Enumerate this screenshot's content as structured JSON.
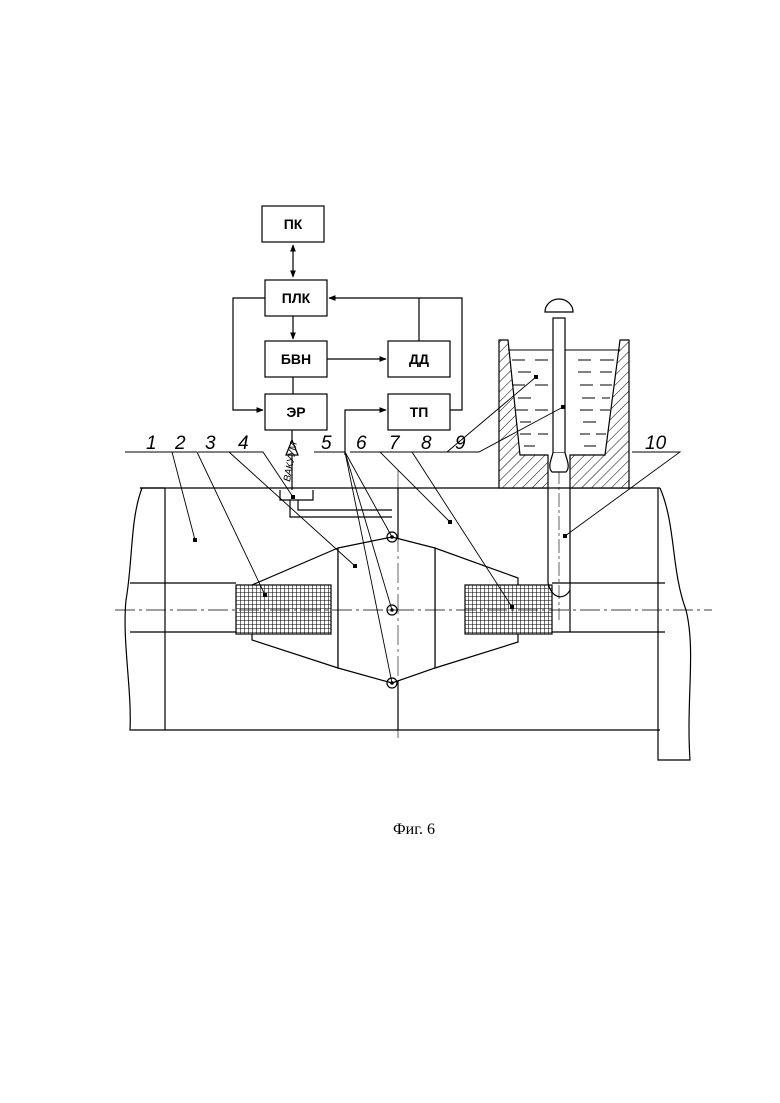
{
  "blocks": {
    "pk": "ПК",
    "plk": "ПЛК",
    "bvn": "БВН",
    "dd": "ДД",
    "er": "ЭР",
    "tp": "ТП"
  },
  "vacuum_label": "ВАКУУМ",
  "part_numbers": [
    "1",
    "2",
    "3",
    "4",
    "5",
    "6",
    "7",
    "8",
    "9",
    "10"
  ],
  "caption": "Фиг. 6"
}
